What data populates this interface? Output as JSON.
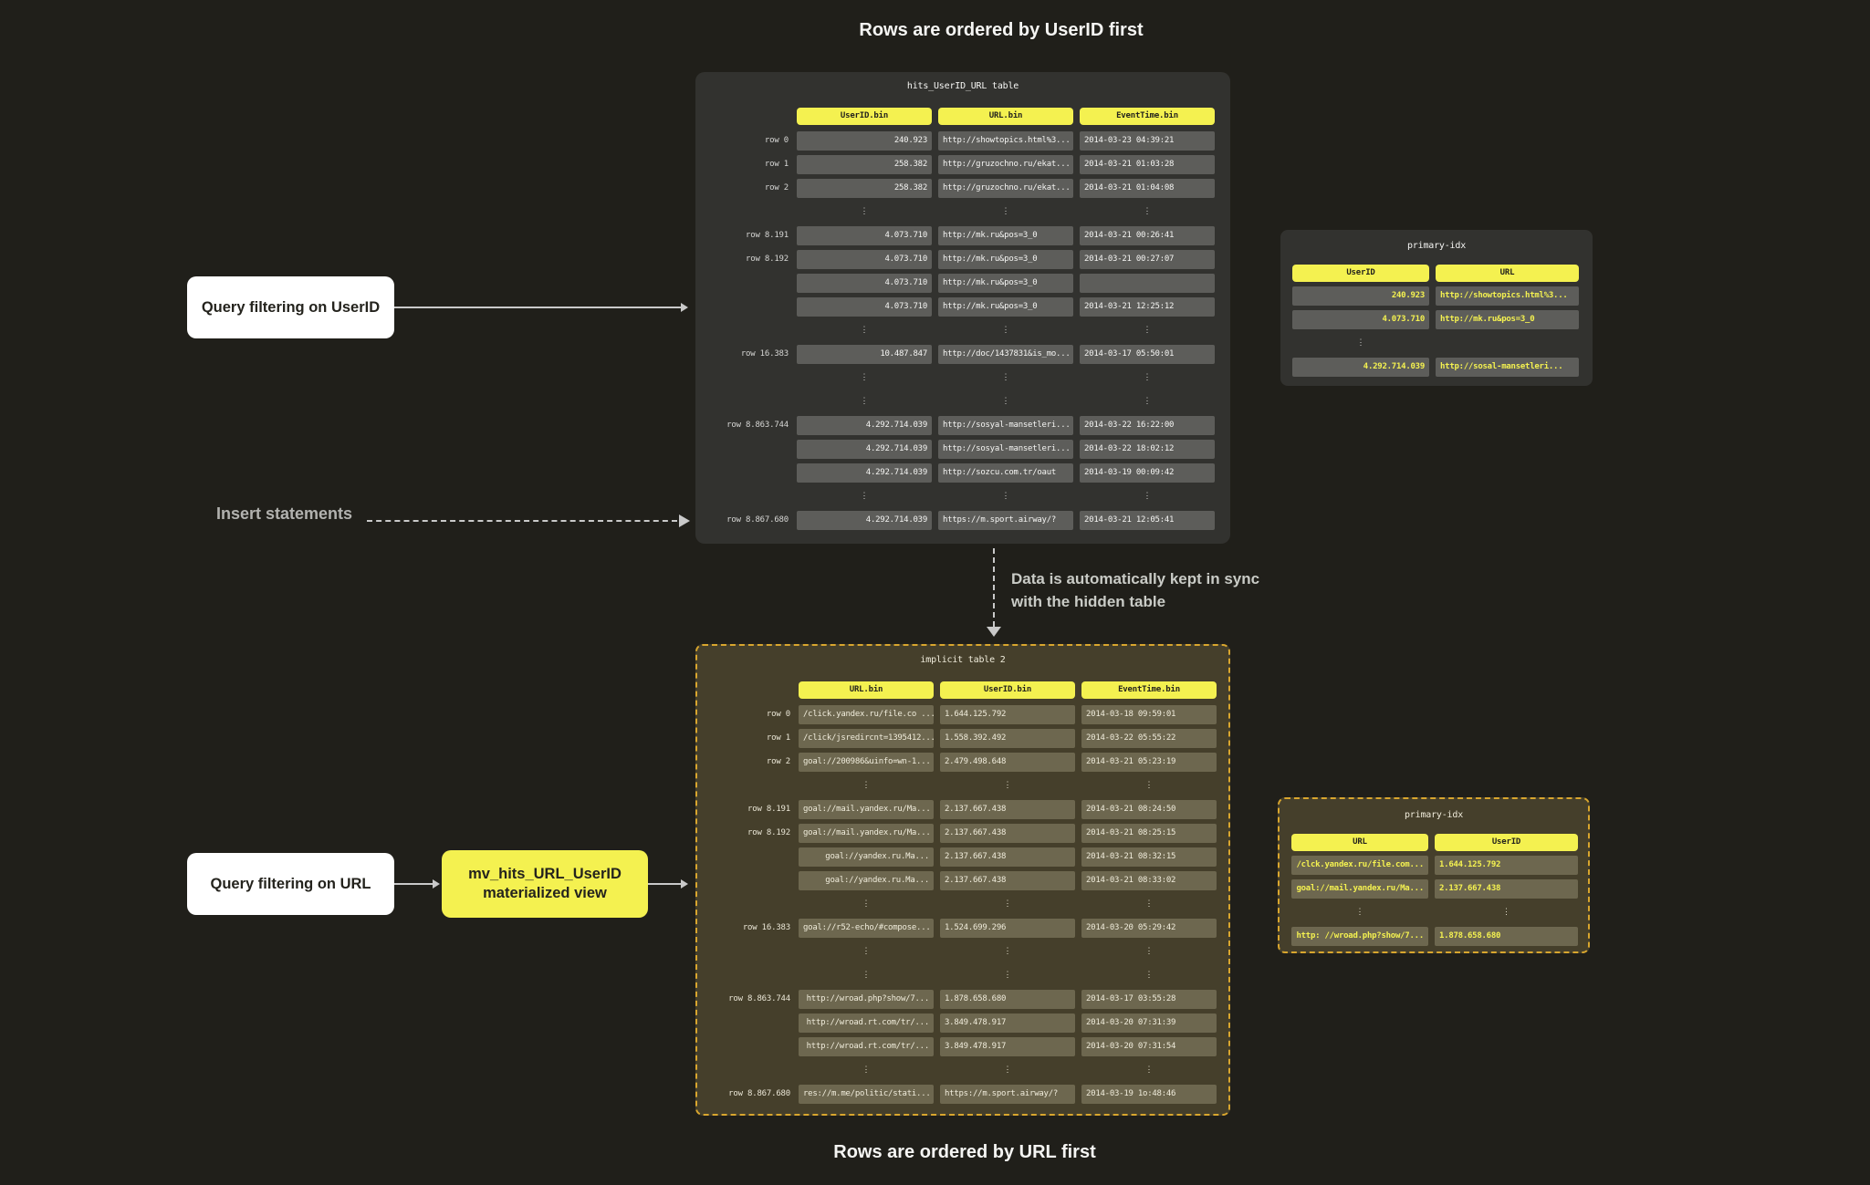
{
  "captions": {
    "top": "Rows are ordered by UserID first",
    "bottom": "Rows are ordered by URL first"
  },
  "labels": {
    "query_userid": "Query filtering on UserID",
    "insert": "Insert statements",
    "sync_line1": "Data is automatically kept in sync",
    "sync_line2": "with the hidden table",
    "query_url": "Query filtering on URL",
    "mv_line1": "mv_hits_URL_UserID",
    "mv_line2": "materialized view"
  },
  "top_table": {
    "title": "hits_UserID_URL table",
    "columns": [
      "UserID.bin",
      "URL.bin",
      "EventTime.bin"
    ],
    "rows": [
      {
        "label": "row 0",
        "cells": [
          "240.923",
          "http://showtopics.html%3...",
          "2014-03-23 04:39:21"
        ]
      },
      {
        "label": "row 1",
        "cells": [
          "258.382",
          "http://gruzochno.ru/ekat...",
          "2014-03-21 01:03:28"
        ]
      },
      {
        "label": "row 2",
        "cells": [
          "258.382",
          "http://gruzochno.ru/ekat...",
          "2014-03-21 01:04:08"
        ]
      },
      {
        "dots": true
      },
      {
        "label": "row 8.191",
        "cells": [
          "4.073.710",
          "http://mk.ru&pos=3_0",
          "2014-03-21 00:26:41"
        ]
      },
      {
        "label": "row 8.192",
        "cells": [
          "4.073.710",
          "http://mk.ru&pos=3_0",
          "2014-03-21 00:27:07"
        ]
      },
      {
        "label": "",
        "cells": [
          "4.073.710",
          "http://mk.ru&pos=3_0",
          ""
        ]
      },
      {
        "label": "",
        "cells": [
          "4.073.710",
          "http://mk.ru&pos=3_0",
          "2014-03-21 12:25:12"
        ]
      },
      {
        "dots": true
      },
      {
        "label": "row 16.383",
        "cells": [
          "10.487.847",
          "http://doc/1437831&is_mo...",
          "2014-03-17 05:50:01"
        ]
      },
      {
        "dots": true
      },
      {
        "dots": true
      },
      {
        "label": "row 8.863.744",
        "cells": [
          "4.292.714.039",
          "http://sosyal-mansetleri...",
          "2014-03-22 16:22:00"
        ]
      },
      {
        "label": "",
        "cells": [
          "4.292.714.039",
          "http://sosyal-mansetleri...",
          "2014-03-22 18:02:12"
        ]
      },
      {
        "label": "",
        "cells": [
          "4.292.714.039",
          "http://sozcu.com.tr/oaut",
          "2014-03-19 00:09:42"
        ]
      },
      {
        "dots": true
      },
      {
        "label": "row 8.867.680",
        "cells": [
          "4.292.714.039",
          "https://m.sport.airway/?",
          "2014-03-21 12:05:41"
        ]
      }
    ]
  },
  "top_index": {
    "title": "primary-idx",
    "columns": [
      "UserID",
      "URL"
    ],
    "rows": [
      {
        "cells": [
          "240.923",
          "http://showtopics.html%3..."
        ]
      },
      {
        "cells": [
          "4.073.710",
          "http://mk.ru&pos=3_0"
        ]
      },
      {
        "dots": [
          true,
          false
        ]
      },
      {
        "cells": [
          "4.292.714.039",
          "http://sosal-mansetleri..."
        ]
      }
    ]
  },
  "bottom_table": {
    "title": "implicit table 2",
    "columns": [
      "URL.bin",
      "UserID.bin",
      "EventTime.bin"
    ],
    "rows": [
      {
        "label": "row 0",
        "cells": [
          "/click.yandex.ru/file.co ...",
          "1.644.125.792",
          "2014-03-18 09:59:01"
        ]
      },
      {
        "label": "row 1",
        "cells": [
          "/click/jsredircnt=1395412...",
          "1.558.392.492",
          "2014-03-22 05:55:22"
        ]
      },
      {
        "label": "row 2",
        "cells": [
          "goal://200986&uinfo=wn-1...",
          "2.479.498.648",
          "2014-03-21 05:23:19"
        ]
      },
      {
        "dots": true
      },
      {
        "label": "row 8.191",
        "cells": [
          "goal://mail.yandex.ru/Ma...",
          "2.137.667.438",
          "2014-03-21 08:24:50"
        ]
      },
      {
        "label": "row 8.192",
        "cells": [
          "goal://mail.yandex.ru/Ma...",
          "2.137.667.438",
          "2014-03-21 08:25:15"
        ]
      },
      {
        "label": "",
        "cells": [
          "goal://yandex.ru.Ma...",
          "2.137.667.438",
          "2014-03-21 08:32:15"
        ]
      },
      {
        "label": "",
        "cells": [
          "goal://yandex.ru.Ma...",
          "2.137.667.438",
          "2014-03-21 08:33:02"
        ]
      },
      {
        "dots": true
      },
      {
        "label": "row 16.383",
        "cells": [
          "goal://r52-echo/#compose...",
          "1.524.699.296",
          "2014-03-20 05:29:42"
        ]
      },
      {
        "dots": true
      },
      {
        "dots": true
      },
      {
        "label": "row 8.863.744",
        "cells": [
          "http://wroad.php?show/7...",
          "1.878.658.680",
          "2014-03-17 03:55:28"
        ]
      },
      {
        "label": "",
        "cells": [
          "http://wroad.rt.com/tr/...",
          "3.849.478.917",
          "2014-03-20 07:31:39"
        ]
      },
      {
        "label": "",
        "cells": [
          "http://wroad.rt.com/tr/...",
          "3.849.478.917",
          "2014-03-20 07:31:54"
        ]
      },
      {
        "dots": true
      },
      {
        "label": "row 8.867.680",
        "cells": [
          "res://m.me/politic/stati...",
          "https://m.sport.airway/?",
          "2014-03-19 1o:48:46"
        ]
      }
    ]
  },
  "bottom_index": {
    "title": "primary-idx",
    "columns": [
      "URL",
      "UserID"
    ],
    "rows": [
      {
        "cells": [
          "/clck.yandex.ru/file.com...",
          "1.644.125.792"
        ]
      },
      {
        "cells": [
          "goal://mail.yandex.ru/Ma...",
          "2.137.667.438"
        ]
      },
      {
        "dots": [
          true,
          true
        ]
      },
      {
        "cells": [
          "http: //wroad.php?show/7...",
          "1.878.658.680"
        ]
      }
    ]
  },
  "colors": {
    "bg": "#201f1a",
    "panel_dark": "#32322f",
    "panel_olive": "#453f2b",
    "cell_gray": "#5d5d5a",
    "cell_olive": "#6d674f",
    "accent_yellow": "#f4f150",
    "dashed_border": "#d9a62e",
    "arrow_gray": "#c9c9c9",
    "text_white": "#f5f5f3",
    "text_cream": "#f0ecdb",
    "label_gray": "#d6d6d4",
    "label_cream": "#eae6d6",
    "muted_text": "#b2b2af",
    "sync_text": "#c9cbc6",
    "box_text": "#24231d"
  }
}
